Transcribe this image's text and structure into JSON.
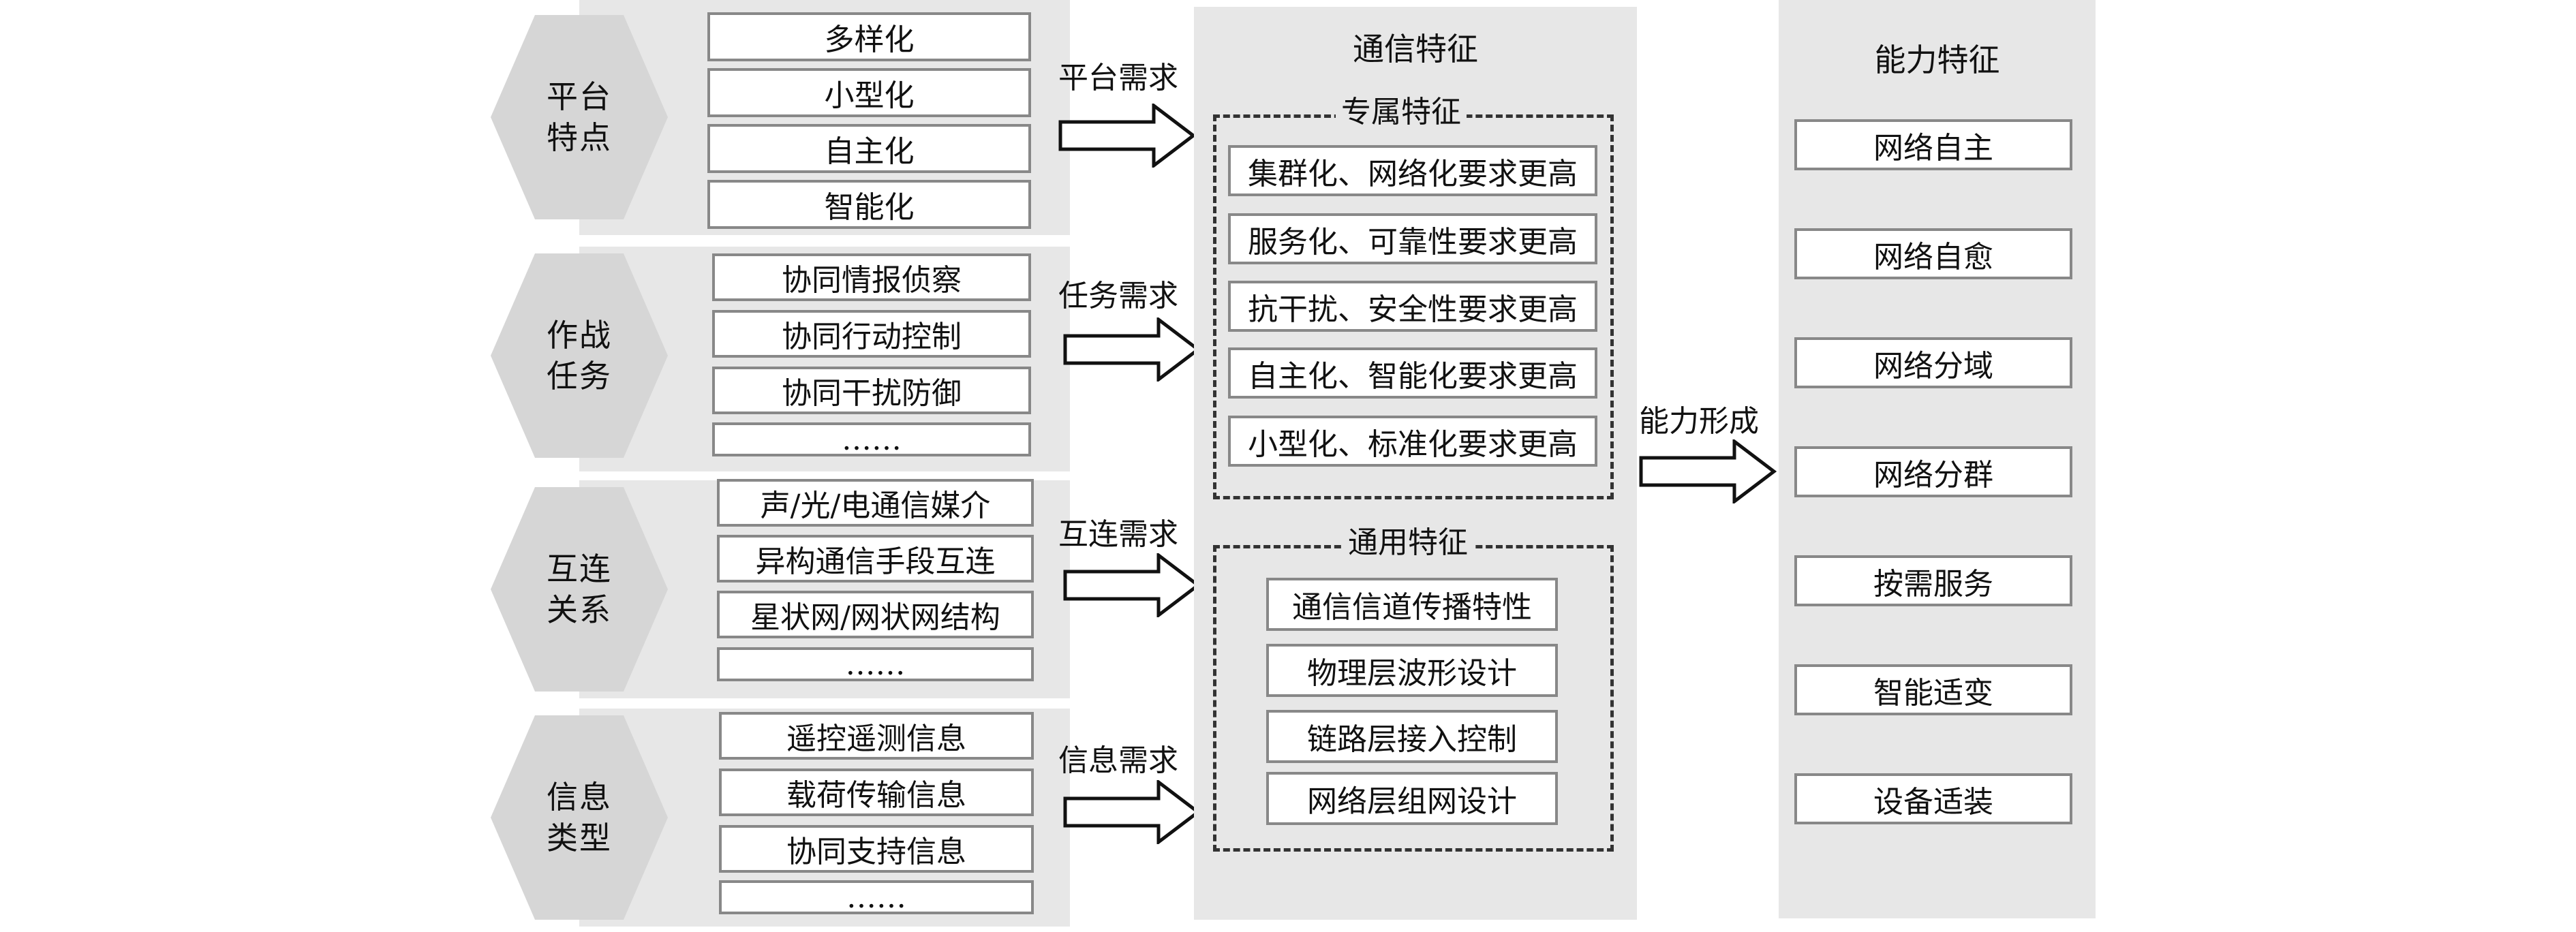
{
  "groups": [
    {
      "label": "平台特点",
      "items": [
        "多样化",
        "小型化",
        "自主化",
        "智能化"
      ],
      "demand": "平台需求"
    },
    {
      "label": "作战任务",
      "items": [
        "协同情报侦察",
        "协同行动控制",
        "协同干扰防御",
        "……"
      ],
      "demand": "任务需求"
    },
    {
      "label": "互连关系",
      "items": [
        "声/光/电通信媒介",
        "异构通信手段互连",
        "星状网/网状网结构",
        "……"
      ],
      "demand": "互连需求"
    },
    {
      "label": "信息类型",
      "items": [
        "遥控遥测信息",
        "载荷传输信息",
        "协同支持信息",
        "……"
      ],
      "demand": "信息需求"
    }
  ],
  "comm": {
    "title": "通信特征",
    "exclusive": {
      "title": "专属特征",
      "items": [
        "集群化、网络化要求更高",
        "服务化、可靠性要求更高",
        "抗干扰、安全性要求更高",
        "自主化、智能化要求更高",
        "小型化、标准化要求更高"
      ]
    },
    "general": {
      "title": "通用特征",
      "items": [
        "通信信道传播特性",
        "物理层波形设计",
        "链路层接入控制",
        "网络层组网设计"
      ]
    }
  },
  "formation_label": "能力形成",
  "capability": {
    "title": "能力特征",
    "items": [
      "网络自主",
      "网络自愈",
      "网络分域",
      "网络分群",
      "按需服务",
      "智能适变",
      "设备适装"
    ]
  }
}
